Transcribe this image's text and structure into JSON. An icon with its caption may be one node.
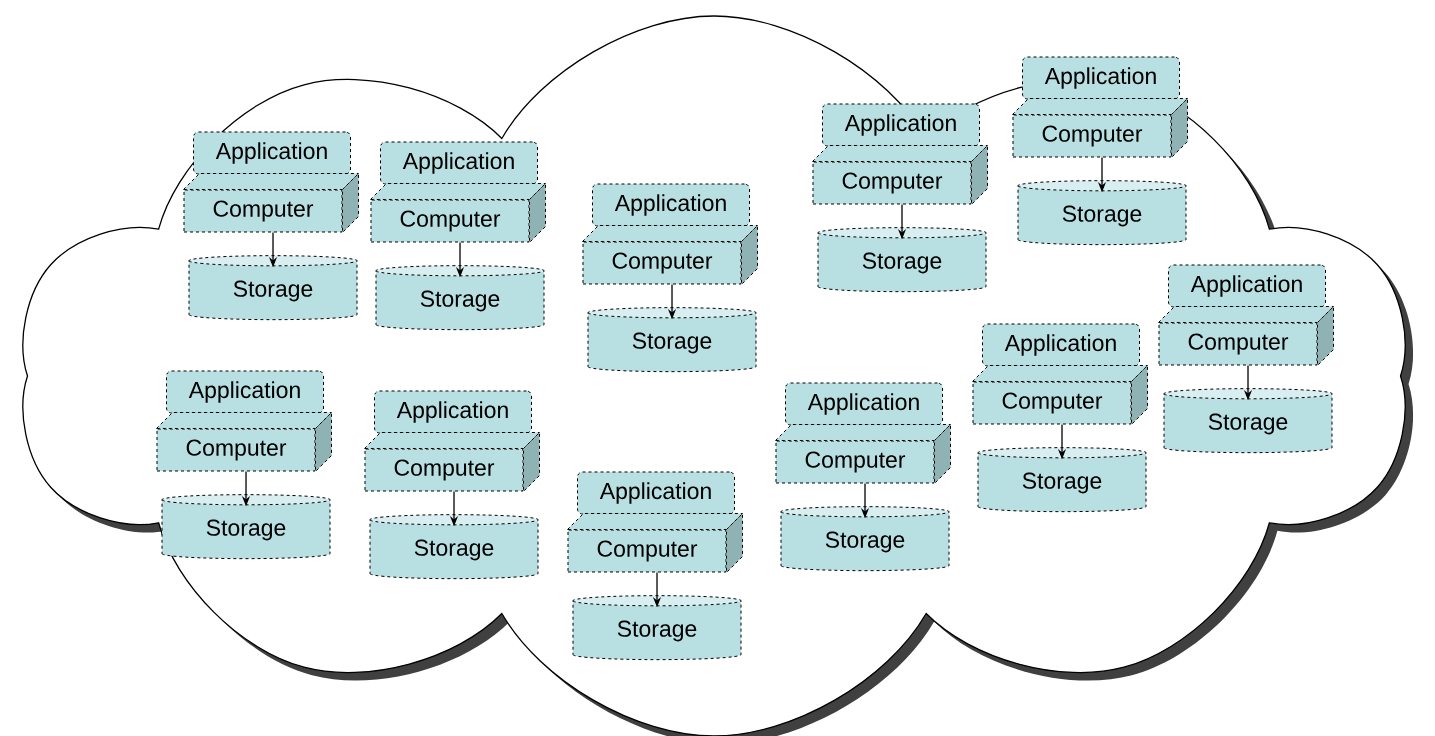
{
  "diagram": {
    "nodes": [
      {
        "text": [],
        "shape": "cloud"
      },
      {
        "text": [
          "Application"
        ],
        "in": 0
      },
      {
        "text": [
          "Computer"
        ],
        "in": 0
      },
      {
        "text": [
          "Storage"
        ],
        "in": 0
      },
      {
        "text": [
          "Application"
        ],
        "in": 0
      },
      {
        "text": [
          "Computer"
        ],
        "in": 0
      },
      {
        "text": [
          "Storage"
        ],
        "in": 0
      },
      {
        "text": [
          "Application"
        ],
        "in": 0
      },
      {
        "text": [
          "Computer"
        ],
        "in": 0
      },
      {
        "text": [
          "Storage"
        ],
        "in": 0
      },
      {
        "text": [
          "Application"
        ],
        "in": 0
      },
      {
        "text": [
          "Computer"
        ],
        "in": 0
      },
      {
        "text": [
          "Storage"
        ],
        "in": 0
      },
      {
        "text": [
          "Application"
        ],
        "in": 0
      },
      {
        "text": [
          "Computer"
        ],
        "in": 0
      },
      {
        "text": [
          "Storage"
        ],
        "in": 0
      },
      {
        "text": [
          "Application"
        ],
        "in": 0
      },
      {
        "text": [
          "Computer"
        ],
        "in": 0
      },
      {
        "text": [
          "Storage"
        ],
        "in": 0
      },
      {
        "text": [
          "Application"
        ],
        "in": 0
      },
      {
        "text": [
          "Computer"
        ],
        "in": 0
      },
      {
        "text": [
          "Storage"
        ],
        "in": 0
      },
      {
        "text": [
          "Application"
        ],
        "in": 0
      },
      {
        "text": [
          "Computer"
        ],
        "in": 0
      },
      {
        "text": [
          "Storage"
        ],
        "in": 0
      },
      {
        "text": [
          "Application"
        ],
        "in": 0
      },
      {
        "text": [
          "Computer"
        ],
        "in": 0
      },
      {
        "text": [
          "Storage"
        ],
        "in": 0
      },
      {
        "text": [
          "Application"
        ],
        "in": 0
      },
      {
        "text": [
          "Computer"
        ],
        "in": 0
      },
      {
        "text": [
          "Storage"
        ],
        "in": 0
      },
      {
        "text": [
          "Application"
        ],
        "in": 0
      },
      {
        "text": [
          "Computer"
        ],
        "in": 0
      },
      {
        "text": [
          "Storage"
        ],
        "in": 0
      }
    ],
    "edges": [
      {
        "from": 2,
        "to": 3,
        "arrow": "to"
      },
      {
        "from": 5,
        "to": 6,
        "arrow": "to"
      },
      {
        "from": 8,
        "to": 9,
        "arrow": "to"
      },
      {
        "from": 11,
        "to": 12,
        "arrow": "to"
      },
      {
        "from": 14,
        "to": 15,
        "arrow": "to"
      },
      {
        "from": 17,
        "to": 18,
        "arrow": "to"
      },
      {
        "from": 20,
        "to": 21,
        "arrow": "to"
      },
      {
        "from": 23,
        "to": 24,
        "arrow": "to"
      },
      {
        "from": 26,
        "to": 27,
        "arrow": "to"
      },
      {
        "from": 29,
        "to": 30,
        "arrow": "to"
      },
      {
        "from": 32,
        "to": 33,
        "arrow": "to"
      }
    ]
  }
}
